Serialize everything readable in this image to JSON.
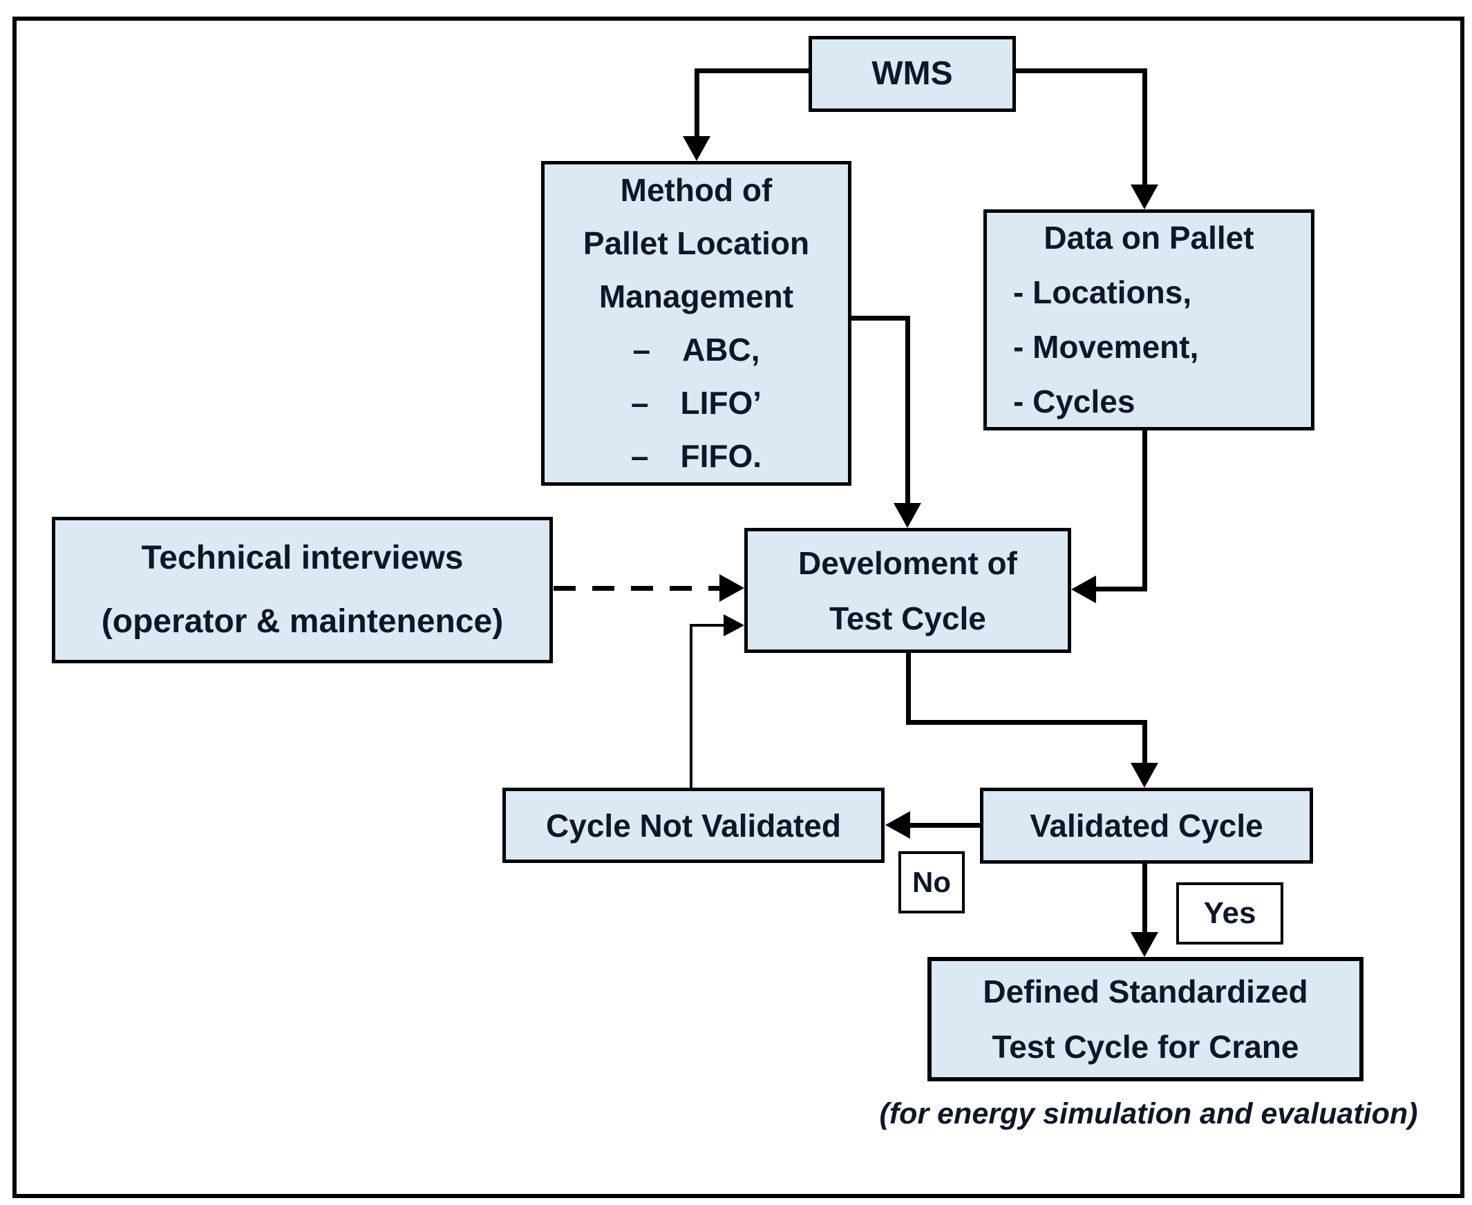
{
  "diagram": {
    "colors": {
      "box_fill": "#dbe9f5",
      "box_border": "#000000",
      "text": "#0f1626",
      "connector": "#000000",
      "canvas": "#ffffff"
    },
    "nodes": {
      "wms": {
        "label": "WMS"
      },
      "method": {
        "lines": [
          "Method of",
          "Pallet Location",
          "Management",
          "– ABC,",
          "– LIFO’",
          "– FIFO."
        ]
      },
      "data_on_pallet": {
        "title": "Data on Pallet",
        "items": [
          "- Locations,",
          "- Movement,",
          "- Cycles"
        ]
      },
      "technical_interviews": {
        "lines": [
          "Technical interviews",
          "(operator & maintenence)"
        ]
      },
      "development": {
        "lines": [
          "Develoment of",
          "Test Cycle"
        ]
      },
      "cycle_not_validated": {
        "label": "Cycle Not Validated"
      },
      "validated_cycle": {
        "label": "Validated Cycle"
      },
      "decision_no": {
        "label": "No"
      },
      "decision_yes": {
        "label": "Yes"
      },
      "defined_cycle": {
        "lines": [
          "Defined Standardized",
          "Test Cycle for Crane"
        ]
      },
      "caption": {
        "label": "(for energy simulation and evaluation)"
      }
    }
  }
}
